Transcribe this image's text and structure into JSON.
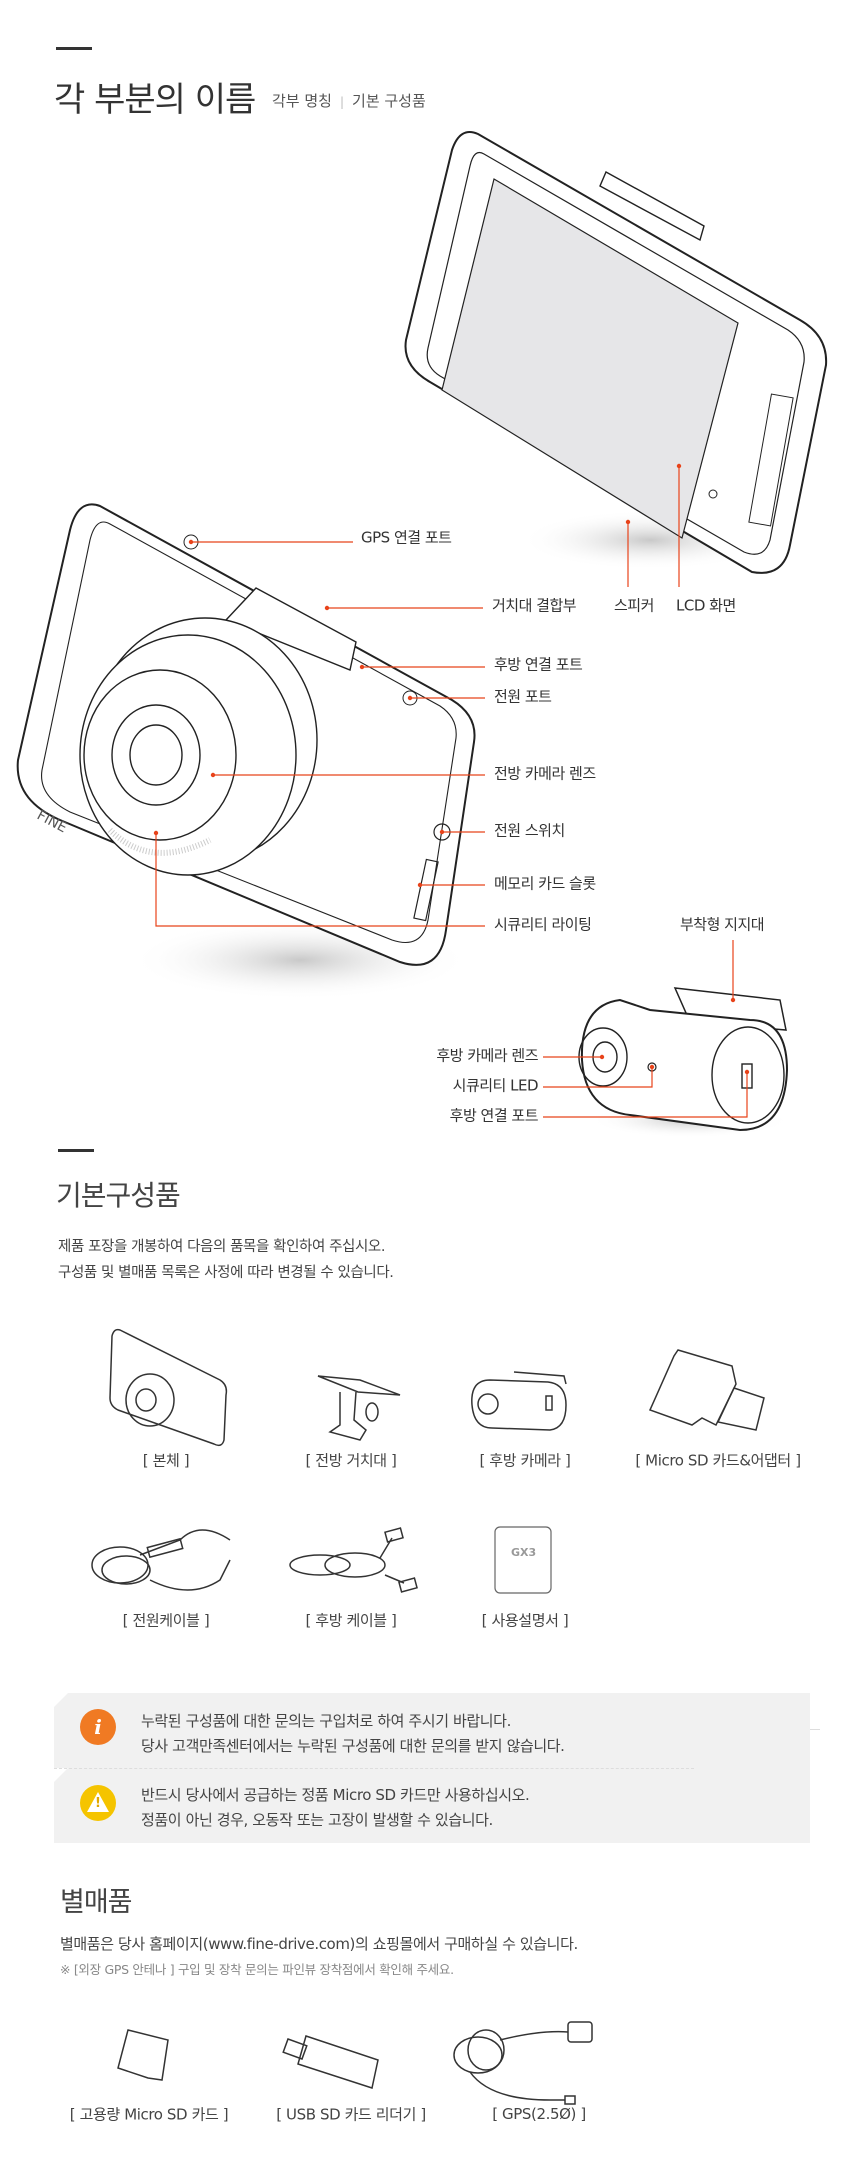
{
  "parts_section": {
    "title": "각 부분의 이름",
    "subtitle_parts": "각부 명칭",
    "subtitle_components": "기본 구성품",
    "labels": {
      "gps_port": "GPS 연결 포트",
      "mount_joint": "거치대 결합부",
      "speaker": "스피커",
      "lcd": "LCD 화면",
      "rear_port": "후방 연결 포트",
      "power_port": "전원 포트",
      "front_lens": "전방 카메라 렌즈",
      "power_switch": "전원 스위치",
      "memory_slot": "메모리 카드 슬롯",
      "security_lighting": "시큐리티 라이팅",
      "adhesive_bracket": "부착형 지지대",
      "rear_lens": "후방 카메라 렌즈",
      "security_led": "시큐리티 LED",
      "rear_cam_port": "후방 연결 포트"
    },
    "device_logo": "FINE"
  },
  "components_section": {
    "title": "기본구성품",
    "desc_line1": "제품 포장을 개봉하여 다음의 품목을 확인하여 주십시오.",
    "desc_line2": "구성품 및 별매품 목록은 사정에 따라 변경될 수 있습니다.",
    "items": [
      {
        "label": "[ 본체 ]"
      },
      {
        "label": "[ 전방 거치대 ]"
      },
      {
        "label": "[ 후방 카메라 ]"
      },
      {
        "label": "[ Micro SD 카드&어댑터 ]"
      },
      {
        "label": "[ 전원케이블 ]"
      },
      {
        "label": "[ 후방 케이블 ]"
      },
      {
        "label": "[ 사용설명서 ]"
      }
    ],
    "manual_mark": "GX3"
  },
  "notice": {
    "info_line1": "누락된 구성품에 대한 문의는 구입처로 하여 주시기 바랍니다.",
    "info_line2": "당사 고객만족센터에서는 누락된 구성품에 대한 문의를 받지 않습니다.",
    "warn_line1": "반드시 당사에서 공급하는 정품 Micro SD 카드만 사용하십시오.",
    "warn_line2": "정품이 아닌 경우, 오동작 또는 고장이 발생할 수 있습니다.",
    "info_color": "#f07a23",
    "warn_color": "#f5c400"
  },
  "optional_section": {
    "title": "별매품",
    "desc": "별매품은 당사 홈페이지(www.fine-drive.com)의 쇼핑몰에서 구매하실 수 있습니다.",
    "note": "※ [외장 GPS 안테나 ] 구입 및 장착 문의는 파인뷰 장착점에서 확인해 주세요.",
    "items": [
      {
        "label": "[ 고용량 Micro SD 카드 ]"
      },
      {
        "label": "[ USB SD 카드 리더기 ]"
      },
      {
        "label": "[ GPS(2.5Ø) ]"
      }
    ]
  },
  "accent_color": "#e8431a"
}
